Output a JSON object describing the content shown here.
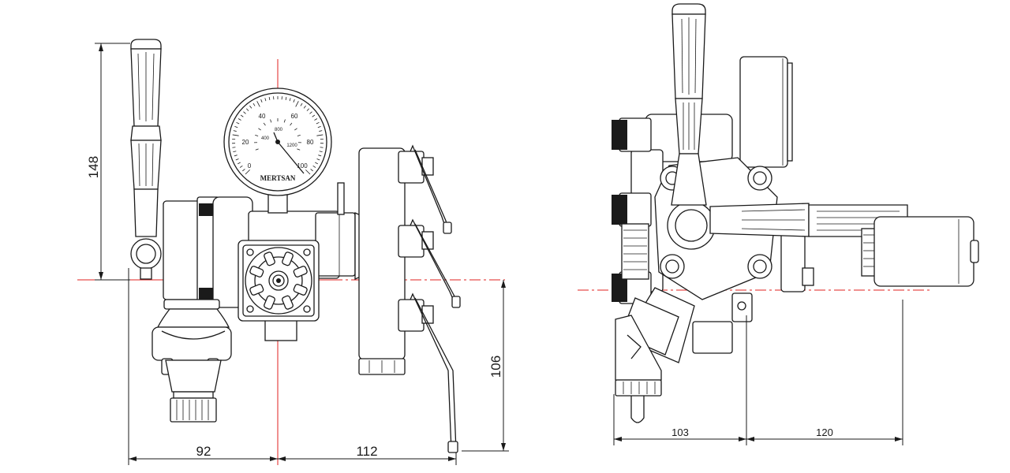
{
  "front_view": {
    "dim_height": "148",
    "dim_left_width": "92",
    "dim_right_width": "112",
    "dim_right_height": "106",
    "gauge": {
      "brand": "MERTSAN",
      "outer_scale": [
        "0",
        "20",
        "40",
        "60",
        "80",
        "100"
      ],
      "inner_scale": [
        "400",
        "800",
        "1200"
      ]
    }
  },
  "side_view": {
    "dim_left": "103",
    "dim_right": "120"
  },
  "colors": {
    "line": "#1a1a1a",
    "centerline": "#e0201f",
    "background": "#ffffff"
  }
}
